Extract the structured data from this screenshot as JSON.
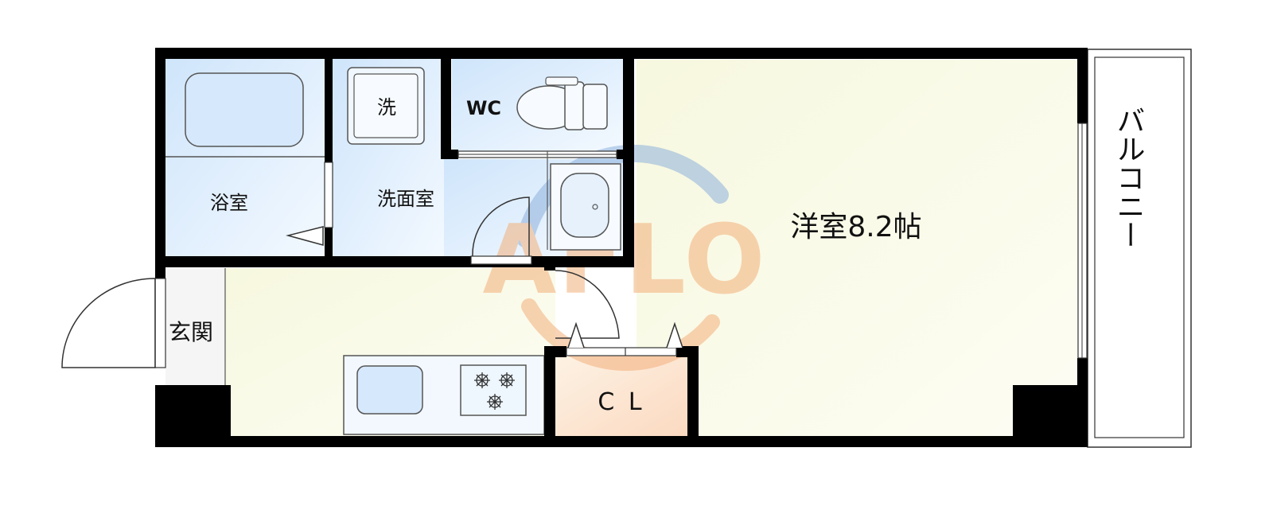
{
  "rooms": {
    "bathroom": "浴室",
    "washroom": "洗面室",
    "washer": "洗",
    "toilet": "WC",
    "western_room": "洋室8.2帖",
    "entrance": "玄関",
    "closet": "C L",
    "balcony": "バルコニー"
  },
  "watermark": "AFLO",
  "colors": {
    "wall": "#000000",
    "wet_area": "#e2f0fd",
    "living_floor": "#fbfbe9",
    "closet_floor": "#fde6d4",
    "watermark_blue": "#7fa6d6",
    "watermark_orange": "#f2a36a"
  }
}
